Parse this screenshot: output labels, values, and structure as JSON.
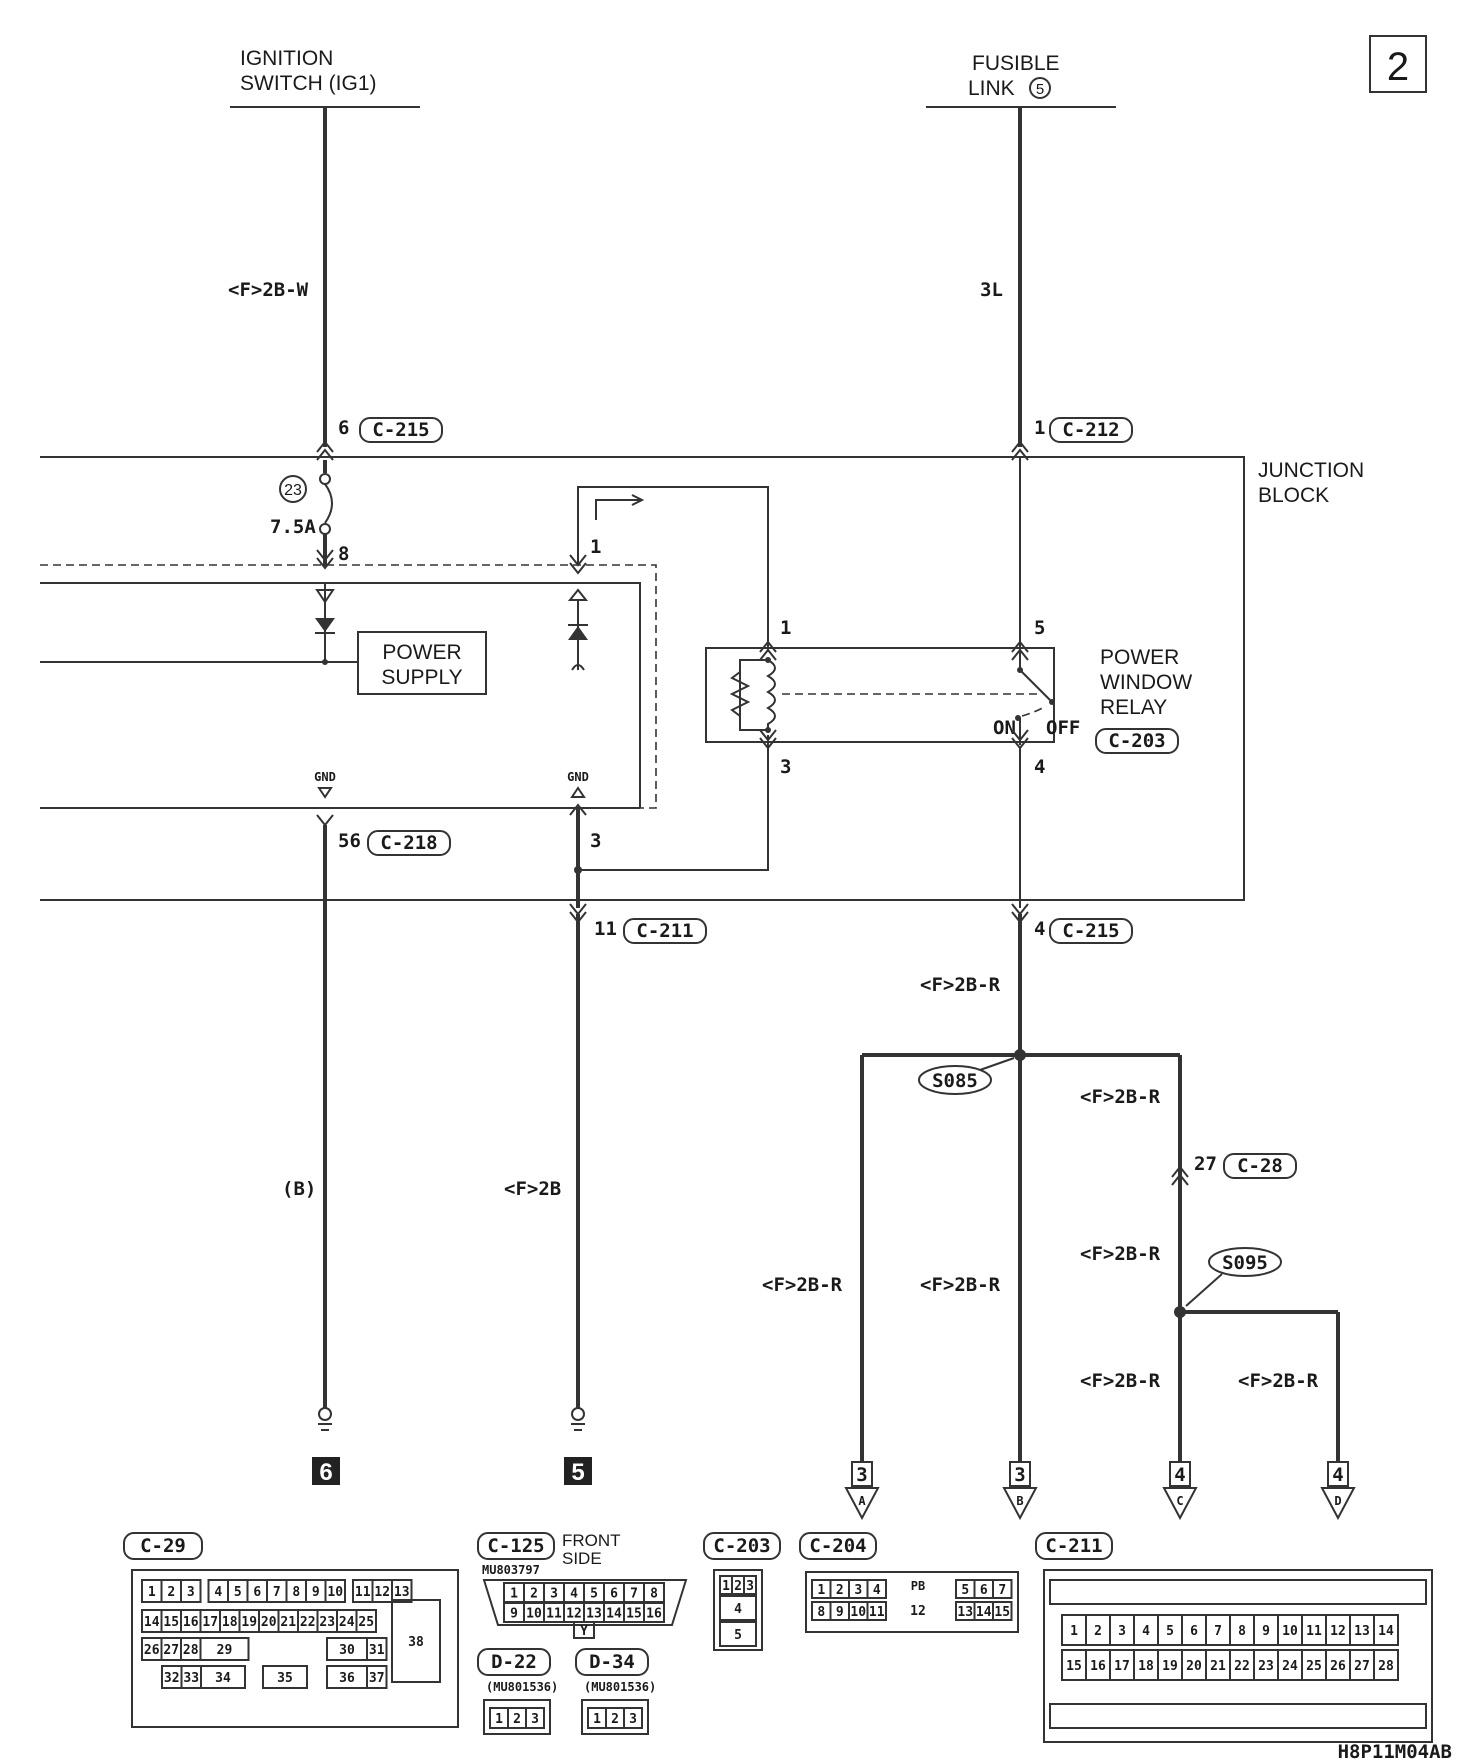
{
  "page_number": "2",
  "sources": {
    "ignition_line1": "IGNITION",
    "ignition_line2": "SWITCH (IG1)",
    "fusible_line1": "FUSIBLE",
    "fusible_line2": "LINK",
    "fusible_num": "5"
  },
  "junction_block": {
    "line1": "JUNCTION",
    "line2": "BLOCK"
  },
  "wire_labels": {
    "ign_wire": "<F>2B-W",
    "fus_wire": "3L",
    "gnd_b": "(B)",
    "gnd_2b": "<F>2B",
    "out_main": "<F>2B-R",
    "branch_a": "<F>2B-R",
    "branch_b": "<F>2B-R",
    "c28_upper": "<F>2B-R",
    "c28_lower": "<F>2B-R",
    "branch_c": "<F>2B-R",
    "branch_d": "<F>2B-R"
  },
  "pins": {
    "c215_6": "6",
    "c215_6_conn": "C-215",
    "c212_1": "1",
    "c212_1_conn": "C-212",
    "fuse_num": "23",
    "fuse_rating": "7.5A",
    "pin8": "8",
    "pin1_top": "1",
    "relay_1": "1",
    "relay_3": "3",
    "relay_5": "5",
    "relay_4": "4",
    "gnd_left": "GND",
    "gnd_right": "GND",
    "c218_56": "56",
    "c218_conn": "C-218",
    "pin3": "3",
    "c211_11": "11",
    "c211_conn": "C-211",
    "c215_4": "4",
    "c215_4_conn": "C-215",
    "c28_27": "27",
    "c28_conn": "C-28"
  },
  "power_supply": {
    "line1": "POWER",
    "line2": "SUPPLY"
  },
  "relay": {
    "line1": "POWER",
    "line2": "WINDOW",
    "line3": "RELAY",
    "conn": "C-203",
    "on": "ON",
    "off": "OFF"
  },
  "splices": {
    "s085": "S085",
    "s095": "S095"
  },
  "ground_refs": {
    "g6": "6",
    "g5": "5"
  },
  "continuations": [
    {
      "num": "3",
      "letter": "A"
    },
    {
      "num": "3",
      "letter": "B"
    },
    {
      "num": "4",
      "letter": "C"
    },
    {
      "num": "4",
      "letter": "D"
    }
  ],
  "connectors": {
    "c29": "C-29",
    "c125": "C-125",
    "c125_note1": "FRONT",
    "c125_note2": "SIDE",
    "c125_part": "MU803797",
    "c203": "C-203",
    "c204": "C-204",
    "c211": "C-211",
    "d22": "D-22",
    "d22_part": "(MU801536)",
    "d34": "D-34",
    "d34_part": "(MU801536)"
  },
  "c29_cells": {
    "row1": [
      "1",
      "2",
      "3",
      "4",
      "5",
      "6",
      "7",
      "8",
      "9",
      "10",
      "11",
      "12",
      "13"
    ],
    "row2": [
      "14",
      "15",
      "16",
      "17",
      "18",
      "19",
      "20",
      "21",
      "22",
      "23",
      "24",
      "25"
    ],
    "row3": [
      "26",
      "27",
      "28",
      "29",
      "30",
      "31"
    ],
    "row4": [
      "32",
      "33",
      "34",
      "35",
      "36",
      "37"
    ],
    "big": "38"
  },
  "c125_cells": {
    "row1": [
      "1",
      "2",
      "3",
      "4",
      "5",
      "6",
      "7",
      "8"
    ],
    "row2": [
      "9",
      "10",
      "11",
      "12",
      "13",
      "14",
      "15",
      "16"
    ],
    "tab": "Y"
  },
  "c203_cells": [
    "1",
    "2",
    "3",
    "4",
    "5"
  ],
  "c204_cells": {
    "row1": [
      "1",
      "2",
      "3",
      "4",
      "5",
      "6",
      "7"
    ],
    "row2": [
      "8",
      "9",
      "10",
      "11",
      "13",
      "14",
      "15"
    ],
    "mid": "12",
    "mid_mark": "PB"
  },
  "c211_cells": {
    "row1": [
      "1",
      "2",
      "3",
      "4",
      "5",
      "6",
      "7",
      "8",
      "9",
      "10",
      "11",
      "12",
      "13",
      "14"
    ],
    "row2": [
      "15",
      "16",
      "17",
      "18",
      "19",
      "20",
      "21",
      "22",
      "23",
      "24",
      "25",
      "26",
      "27",
      "28"
    ]
  },
  "d22_cells": [
    "1",
    "2",
    "3"
  ],
  "d34_cells": [
    "1",
    "2",
    "3"
  ],
  "footer_code": "H8P11M04AB"
}
